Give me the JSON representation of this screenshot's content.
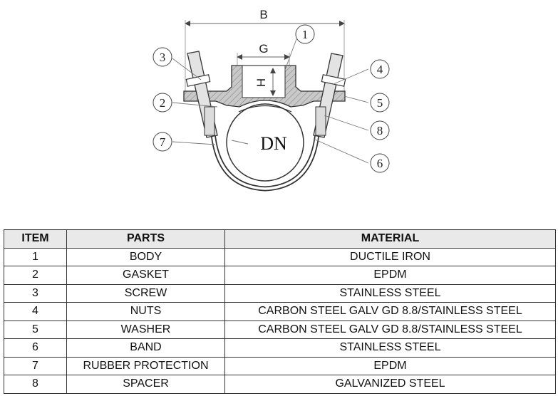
{
  "drawing": {
    "dimensions": {
      "width_label": "B",
      "thread_label": "G",
      "height_label": "H"
    },
    "pipe_label": "DN",
    "callouts": [
      "1",
      "2",
      "3",
      "4",
      "5",
      "6",
      "7",
      "8"
    ]
  },
  "table": {
    "headers": [
      "ITEM",
      "PARTS",
      "MATERIAL"
    ],
    "rows": [
      {
        "item": "1",
        "part": "BODY",
        "material": "DUCTILE IRON"
      },
      {
        "item": "2",
        "part": "GASKET",
        "material": "EPDM"
      },
      {
        "item": "3",
        "part": "SCREW",
        "material": "STAINLESS STEEL"
      },
      {
        "item": "4",
        "part": "NUTS",
        "material": "CARBON STEEL GALV GD 8.8/STAINLESS STEEL"
      },
      {
        "item": "5",
        "part": "WASHER",
        "material": "CARBON STEEL GALV GD 8.8/STAINLESS STEEL"
      },
      {
        "item": "6",
        "part": "BAND",
        "material": "STAINLESS STEEL"
      },
      {
        "item": "7",
        "part": "RUBBER PROTECTION",
        "material": "EPDM"
      },
      {
        "item": "8",
        "part": "SPACER",
        "material": "GALVANIZED STEEL"
      }
    ]
  }
}
